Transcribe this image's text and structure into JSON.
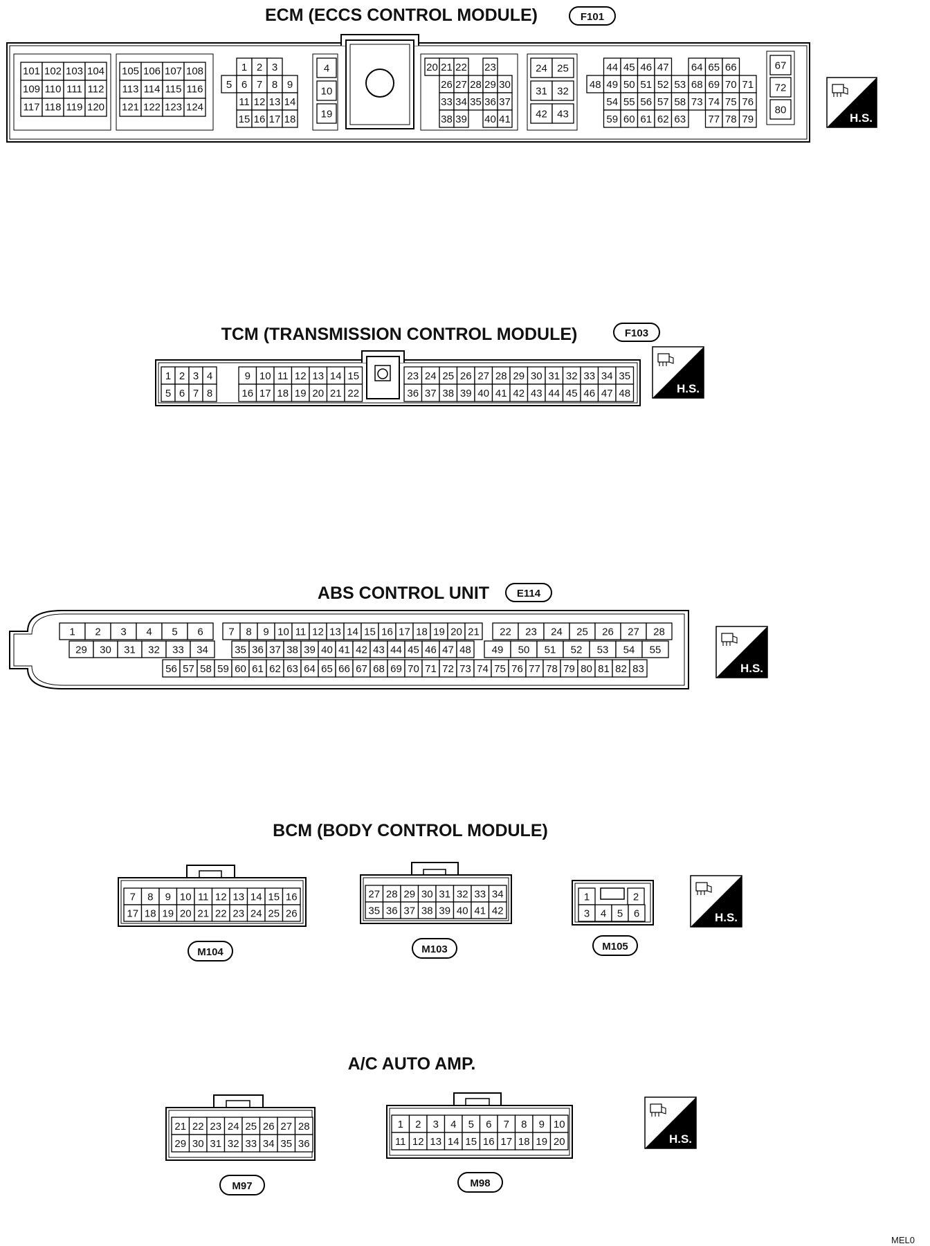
{
  "footer_code": "MEL0",
  "sections": [
    {
      "id": "ecm",
      "title": "ECM (ECCS CONTROL MODULE)",
      "connectors": [
        {
          "label": "F101",
          "badge_pos": "title",
          "blocks": [
            [
              [
                "101",
                "102",
                "103",
                "104"
              ],
              [
                "109",
                "110",
                "111",
                "112"
              ],
              [
                "117",
                "118",
                "119",
                "120"
              ]
            ],
            [
              [
                "105",
                "106",
                "107",
                "108"
              ],
              [
                "113",
                "114",
                "115",
                "116"
              ],
              [
                "121",
                "122",
                "123",
                "124"
              ]
            ],
            [
              [
                "",
                "1",
                "2",
                "3",
                ""
              ],
              [
                "5",
                "6",
                "7",
                "8",
                "9"
              ],
              [
                "",
                "11",
                "12",
                "13",
                "14"
              ],
              [
                "",
                "15",
                "16",
                "17",
                "18"
              ]
            ],
            [
              [
                "4"
              ],
              [
                "10"
              ],
              [
                "19"
              ]
            ],
            [
              [
                "20",
                "21",
                "22",
                "",
                "23"
              ],
              [
                "",
                "26",
                "27",
                "28",
                "29",
                "30"
              ],
              [
                "",
                "33",
                "34",
                "35",
                "36",
                "37"
              ],
              [
                "",
                "38",
                "39",
                "",
                "40",
                "41"
              ]
            ],
            [
              [
                "24",
                "25"
              ],
              [
                "31",
                "32"
              ],
              [
                "42",
                "43"
              ]
            ],
            [
              [
                "",
                "44",
                "45",
                "46",
                "47",
                "",
                "64",
                "65",
                "66"
              ],
              [
                "48",
                "49",
                "50",
                "51",
                "52",
                "53",
                "68",
                "69",
                "70",
                "71"
              ],
              [
                "",
                "54",
                "55",
                "56",
                "57",
                "58",
                "73",
                "74",
                "75",
                "76"
              ],
              [
                "",
                "59",
                "60",
                "61",
                "62",
                "63",
                "",
                "77",
                "78",
                "79"
              ]
            ],
            [
              [
                "67"
              ],
              [
                "72"
              ],
              [
                "80"
              ]
            ]
          ]
        }
      ]
    },
    {
      "id": "tcm",
      "title": "TCM (TRANSMISSION CONTROL MODULE)",
      "connectors": [
        {
          "label": "F103",
          "badge_pos": "title",
          "blocks": [
            [
              [
                "1",
                "2",
                "3",
                "4"
              ],
              [
                "5",
                "6",
                "7",
                "8"
              ]
            ],
            [
              [
                "9",
                "10",
                "11",
                "12",
                "13",
                "14",
                "15"
              ],
              [
                "16",
                "17",
                "18",
                "19",
                "20",
                "21",
                "22"
              ]
            ],
            [
              [
                "23",
                "24",
                "25",
                "26",
                "27",
                "28",
                "29",
                "30",
                "31",
                "32",
                "33",
                "34",
                "35"
              ],
              [
                "36",
                "37",
                "38",
                "39",
                "40",
                "41",
                "42",
                "43",
                "44",
                "45",
                "46",
                "47",
                "48"
              ]
            ]
          ]
        }
      ]
    },
    {
      "id": "abs",
      "title": "ABS CONTROL UNIT",
      "connectors": [
        {
          "label": "E114",
          "badge_pos": "title",
          "blocks": [
            [
              [
                "1",
                "2",
                "3",
                "4",
                "5",
                "6"
              ],
              [
                "29",
                "30",
                "31",
                "32",
                "33",
                "34"
              ]
            ],
            [
              [
                "7",
                "8",
                "9",
                "10",
                "11",
                "12",
                "13",
                "14",
                "15",
                "16",
                "17",
                "18",
                "19",
                "20",
                "21"
              ],
              [
                "35",
                "36",
                "37",
                "38",
                "39",
                "40",
                "41",
                "42",
                "43",
                "44",
                "45",
                "46",
                "47",
                "48"
              ],
              [
                "56",
                "57",
                "58",
                "59",
                "60",
                "61",
                "62",
                "63",
                "64",
                "65",
                "66",
                "67",
                "68",
                "69",
                "70",
                "71",
                "72",
                "73",
                "74",
                "75",
                "76",
                "77",
                "78",
                "79",
                "80",
                "81",
                "82",
                "83"
              ]
            ],
            [
              [
                "22",
                "23",
                "24",
                "25",
                "26",
                "27",
                "28"
              ],
              [
                "49",
                "50",
                "51",
                "52",
                "53",
                "54",
                "55"
              ]
            ]
          ]
        }
      ]
    },
    {
      "id": "bcm",
      "title": "BCM (BODY CONTROL MODULE)",
      "connectors": [
        {
          "label": "M104",
          "badge_pos": "below",
          "blocks": [
            [
              [
                "7",
                "8",
                "9",
                "10",
                "11",
                "12",
                "13",
                "14",
                "15",
                "16"
              ],
              [
                "17",
                "18",
                "19",
                "20",
                "21",
                "22",
                "23",
                "24",
                "25",
                "26"
              ]
            ]
          ]
        },
        {
          "label": "M103",
          "badge_pos": "below",
          "blocks": [
            [
              [
                "27",
                "28",
                "29",
                "30",
                "31",
                "32",
                "33",
                "34"
              ],
              [
                "35",
                "36",
                "37",
                "38",
                "39",
                "40",
                "41",
                "42"
              ]
            ]
          ]
        },
        {
          "label": "M105",
          "badge_pos": "below",
          "blocks": [
            [
              [
                "1",
                "",
                "2"
              ],
              [
                "3",
                "4",
                "5",
                "6"
              ]
            ]
          ]
        }
      ]
    },
    {
      "id": "ac",
      "title": "A/C AUTO AMP.",
      "connectors": [
        {
          "label": "M97",
          "badge_pos": "below",
          "blocks": [
            [
              [
                "21",
                "22",
                "23",
                "24",
                "25",
                "26",
                "27",
                "28"
              ],
              [
                "29",
                "30",
                "31",
                "32",
                "33",
                "34",
                "35",
                "36"
              ]
            ]
          ]
        },
        {
          "label": "M98",
          "badge_pos": "below",
          "blocks": [
            [
              [
                "1",
                "2",
                "3",
                "4",
                "5",
                "6",
                "7",
                "8",
                "9",
                "10"
              ],
              [
                "11",
                "12",
                "13",
                "14",
                "15",
                "16",
                "17",
                "18",
                "19",
                "20"
              ]
            ]
          ]
        }
      ]
    }
  ],
  "hs_label": "H.S."
}
